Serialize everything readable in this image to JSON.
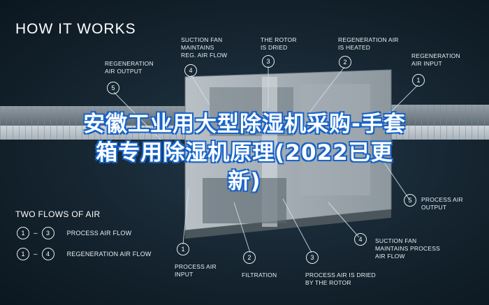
{
  "header": {
    "title": "HOW IT WORKS"
  },
  "callouts": {
    "regen_output_top": {
      "num": "5",
      "label": "REGENERATION\nAIR OUTPUT"
    },
    "suction_fan_top": {
      "num": "4",
      "label": "SUCTION FAN\nMAINTAINS\nREG. AIR FLOW"
    },
    "rotor_dried": {
      "num": "3",
      "label": "THE ROTOR\nIS DRIED"
    },
    "regen_heated": {
      "num": "2",
      "label": "REGENERATION AIR\nIS HEATED"
    },
    "regen_input": {
      "num": "1",
      "label": "REGENERATION\nAIR INPUT"
    },
    "process_output": {
      "num": "5",
      "label": "PROCESS AIR\nOUTPUT"
    },
    "suction_fan_bottom": {
      "num": "4",
      "label": "SUCTION FAN\nMAINTAINS PROCESS\nAIR FLOW"
    },
    "process_input": {
      "num": "1",
      "label": "PROCESS AIR\nINPUT"
    },
    "filtration": {
      "num": "2",
      "label": "FILTRATION"
    },
    "process_dried": {
      "num": "3",
      "label": "PROCESS AIR IS DRIED\nBY THE ROTOR"
    }
  },
  "flows": {
    "title": "TWO FLOWS OF AIR",
    "items": [
      {
        "from": "1",
        "to": "3",
        "label": "PROCESS AIR FLOW"
      },
      {
        "from": "1",
        "to": "4",
        "label": "REGENERATION AIR FLOW"
      }
    ]
  },
  "banner": {
    "text": "安徽工业用大型除湿机采购-手套箱专用除湿机原理(2022已更新)"
  }
}
